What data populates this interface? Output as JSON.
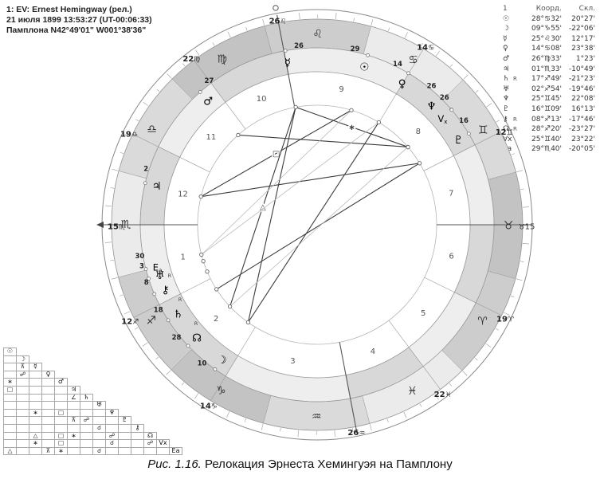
{
  "header": {
    "line1": "1: EV: Ernest Hemingway (рел.)",
    "line2": "21 июля 1899 13:53:27 (UT-00:06:33)",
    "line3": "Памплона N42°49'01\" W001°38'36\""
  },
  "planet_table": {
    "col_headers": [
      "1",
      "Коорд.",
      "Скл."
    ],
    "rows": [
      {
        "glyph": "☉",
        "retro": "",
        "coord": "28°♋32'",
        "decl": "20°27'"
      },
      {
        "glyph": "☽",
        "retro": "",
        "coord": "09°♑55'",
        "decl": "-22°06'"
      },
      {
        "glyph": "☿",
        "retro": "",
        "coord": "25°♌30'",
        "decl": "12°17'"
      },
      {
        "glyph": "♀",
        "retro": "",
        "coord": "14°♋08'",
        "decl": "23°38'"
      },
      {
        "glyph": "♂",
        "retro": "",
        "coord": "26°♍33'",
        "decl": "1°23'"
      },
      {
        "glyph": "♃",
        "retro": "",
        "coord": "01°♏33'",
        "decl": "-10°49'"
      },
      {
        "glyph": "♄",
        "retro": "R",
        "coord": "17°♐49'",
        "decl": "-21°23'"
      },
      {
        "glyph": "♅",
        "retro": "",
        "coord": "02°♐54'",
        "decl": "-19°46'"
      },
      {
        "glyph": "♆",
        "retro": "",
        "coord": "25°♊45'",
        "decl": "22°08'"
      },
      {
        "glyph": "♇",
        "retro": "",
        "coord": "16°♊09'",
        "decl": "16°13'"
      },
      {
        "glyph": "⚷",
        "retro": "R",
        "coord": "08°♐13'",
        "decl": "-17°46'"
      },
      {
        "glyph": "☊",
        "retro": "R",
        "coord": "28°♐20'",
        "decl": "-23°27'"
      },
      {
        "glyph": "Vx",
        "retro": "",
        "coord": "25°♊40'",
        "decl": "23°22'"
      },
      {
        "glyph": "Ea",
        "retro": "",
        "coord": "29°♏40'",
        "decl": "-20°05'"
      }
    ]
  },
  "wheel": {
    "asc_lon": 225.17,
    "signs": [
      {
        "name": "aries",
        "glyph": "♈",
        "element": "fire"
      },
      {
        "name": "taurus",
        "glyph": "♉",
        "element": "earth"
      },
      {
        "name": "gemini",
        "glyph": "♊",
        "element": "air"
      },
      {
        "name": "cancer",
        "glyph": "♋",
        "element": "water"
      },
      {
        "name": "leo",
        "glyph": "♌",
        "element": "fire"
      },
      {
        "name": "virgo",
        "glyph": "♍",
        "element": "earth"
      },
      {
        "name": "libra",
        "glyph": "♎",
        "element": "air"
      },
      {
        "name": "scorpio",
        "glyph": "♏",
        "element": "water"
      },
      {
        "name": "sagittarius",
        "glyph": "♐",
        "element": "fire"
      },
      {
        "name": "capricorn",
        "glyph": "♑",
        "element": "earth"
      },
      {
        "name": "aquarius",
        "glyph": "♒",
        "element": "air"
      },
      {
        "name": "pisces",
        "glyph": "♓",
        "element": "water"
      }
    ],
    "cusps": [
      {
        "lon": 225.17,
        "deg": "15",
        "sign": "♏",
        "axis": "asc"
      },
      {
        "lon": 252,
        "deg": "12",
        "sign": "♐"
      },
      {
        "lon": 284,
        "deg": "14",
        "sign": "♑"
      },
      {
        "lon": 326,
        "deg": "26",
        "sign": "♒",
        "axis": "ic"
      },
      {
        "lon": 352,
        "deg": "22",
        "sign": "♓"
      },
      {
        "lon": 19,
        "deg": "19",
        "sign": "♈"
      },
      {
        "lon": 45.17,
        "deg": "15",
        "sign": "♉",
        "axis": "dsc",
        "flip": true
      },
      {
        "lon": 72,
        "deg": "12",
        "sign": "♊"
      },
      {
        "lon": 104,
        "deg": "14",
        "sign": "♋"
      },
      {
        "lon": 146,
        "deg": "26",
        "sign": "♌",
        "axis": "mc"
      },
      {
        "lon": 172,
        "deg": "22",
        "sign": "♍"
      },
      {
        "lon": 199,
        "deg": "19",
        "sign": "♎"
      }
    ],
    "house_numbers": [
      "1",
      "2",
      "3",
      "4",
      "5",
      "6",
      "7",
      "8",
      "9",
      "10",
      "11",
      "12"
    ],
    "planets": [
      {
        "name": "sun",
        "glyph": "☉",
        "lon": 118.53,
        "label": "29"
      },
      {
        "name": "moon",
        "glyph": "☽",
        "lon": 279.92,
        "label": "10"
      },
      {
        "name": "mercury",
        "glyph": "☿",
        "lon": 145.5,
        "label": "26"
      },
      {
        "name": "venus",
        "glyph": "♀",
        "lon": 104.13,
        "label": "14"
      },
      {
        "name": "mars",
        "glyph": "♂",
        "lon": 176.55,
        "label": "27"
      },
      {
        "name": "jupiter",
        "glyph": "♃",
        "lon": 211.55,
        "label": "2"
      },
      {
        "name": "saturn",
        "glyph": "♄",
        "lon": 257.82,
        "label": "18",
        "retro": true
      },
      {
        "name": "uranus",
        "glyph": "♅",
        "lon": 242.9,
        "label": "3"
      },
      {
        "name": "chiron",
        "glyph": "⚷",
        "lon": 248.22,
        "label": "8",
        "retro": true
      },
      {
        "name": "neptune",
        "glyph": "♆",
        "lon": 85.75,
        "label": "26",
        "da": 5.5
      },
      {
        "name": "pluto",
        "glyph": "♇",
        "lon": 76.15,
        "label": "16"
      },
      {
        "name": "node",
        "glyph": "☊",
        "lon": 268.33,
        "label": "28",
        "retro": true
      },
      {
        "name": "vertex",
        "glyph": "Vx",
        "lon": 85.67,
        "label": "26"
      },
      {
        "name": "east-point",
        "glyph": "Ea",
        "lon": 239.67,
        "label": "30"
      }
    ],
    "aspects": [
      {
        "a": "mercury",
        "b": "neptune",
        "sym": "∗",
        "major": true
      },
      {
        "a": "sun",
        "b": "jupiter",
        "sym": "□",
        "major": true
      },
      {
        "a": "mercury",
        "b": "node",
        "sym": "△",
        "major": true
      },
      {
        "a": "moon",
        "b": "mercury",
        "sym": "",
        "major": true
      },
      {
        "a": "moon",
        "b": "venus",
        "sym": "",
        "major": true
      },
      {
        "a": "saturn",
        "b": "pluto",
        "sym": "",
        "major": true
      },
      {
        "a": "mars",
        "b": "neptune",
        "sym": "",
        "major": true
      },
      {
        "a": "jupiter",
        "b": "pluto",
        "sym": "",
        "major": true
      },
      {
        "a": "node",
        "b": "neptune",
        "sym": "",
        "major": false
      },
      {
        "a": "sun",
        "b": "east-point",
        "sym": "",
        "major": false
      },
      {
        "a": "venus",
        "b": "east-point",
        "sym": "",
        "major": false
      }
    ]
  },
  "aspect_grid": {
    "points": [
      "☉",
      "☽",
      "☿",
      "♀",
      "♂",
      "♃",
      "♄",
      "♅",
      "♆",
      "♇",
      "⚷",
      "☊",
      "Vx",
      "Ea"
    ],
    "cells": [
      [],
      [
        ""
      ],
      [
        "",
        "⊼"
      ],
      [
        "",
        "☍",
        ""
      ],
      [
        "∗",
        "",
        "",
        ""
      ],
      [
        "□",
        "",
        "",
        "",
        ""
      ],
      [
        "",
        "",
        "",
        "",
        "",
        "∠"
      ],
      [
        "",
        "",
        "",
        "",
        "",
        "",
        ""
      ],
      [
        "",
        "",
        "∗",
        "",
        "□",
        "",
        "",
        ""
      ],
      [
        "",
        "",
        "",
        "",
        "",
        "⊼",
        "☍",
        "",
        ""
      ],
      [
        "",
        "",
        "",
        "",
        "",
        "",
        "",
        "☌",
        "",
        ""
      ],
      [
        "",
        "",
        "△",
        "",
        "□",
        "∗",
        "",
        "",
        "☍",
        "",
        ""
      ],
      [
        "",
        "",
        "∗",
        "",
        "□",
        "",
        "",
        "",
        "☌",
        "",
        "",
        "☍"
      ],
      [
        "△",
        "",
        "",
        "⊼",
        "∗",
        "",
        "",
        "☌",
        "",
        "",
        "",
        "",
        ""
      ]
    ]
  },
  "caption": {
    "label": "Рис. 1.16.",
    "text": " Релокация Эрнеста Хемингуэя на Памплону"
  }
}
